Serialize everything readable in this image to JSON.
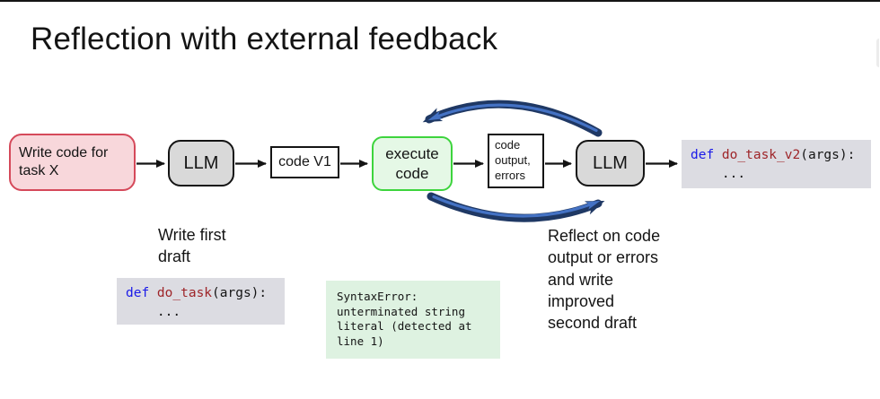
{
  "slide": {
    "title": "Reflection with external feedback"
  },
  "flow": {
    "task_box": {
      "label": "Write code for\ntask X"
    },
    "llm1": {
      "label": "LLM"
    },
    "code_v1": {
      "label": "code V1"
    },
    "execute": {
      "label": "execute\ncode"
    },
    "output": {
      "label": "code\noutput,\nerrors"
    },
    "llm2": {
      "label": "LLM"
    },
    "code_v2": {
      "keyword": "def ",
      "func": "do_task_v2",
      "rest": "(args):",
      "line2": "    ..."
    }
  },
  "annotations": {
    "first_draft": "Write first\ndraft",
    "reflect": "Reflect on code\noutput or errors\nand write\nimproved\nsecond draft"
  },
  "code_sample": {
    "keyword": "def ",
    "func": "do_task",
    "rest": "(args):",
    "line2": "    ..."
  },
  "error_box": {
    "text": "SyntaxError:\nunterminated string\nliteral (detected at\nline 1)"
  },
  "colors": {
    "pink_bg": "#f8d7db",
    "pink_border": "#d5495a",
    "gray_box": "#d9d9d9",
    "green_bg": "#e5f8e6",
    "green_border": "#3dd43d",
    "code_bg": "#dcdce2",
    "error_bg": "#def2e1",
    "loop_arrow_dark": "#1f3864",
    "loop_arrow_light": "#4472c4",
    "keyword_blue": "#1a1ae8",
    "function_red": "#9e2428"
  }
}
